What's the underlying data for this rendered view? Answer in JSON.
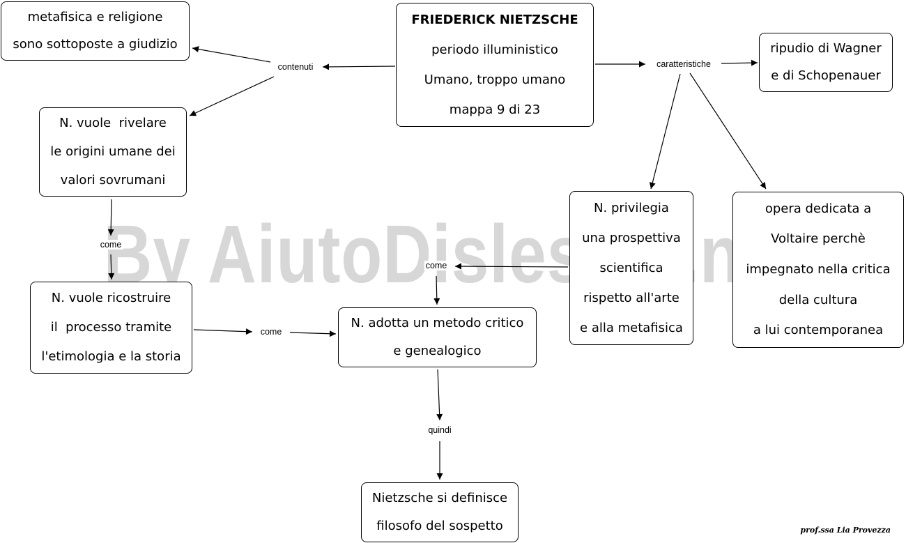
{
  "watermark": "By AiutoDislessia.net",
  "signature": "prof.ssa Lia Provezza",
  "nodes": {
    "central": {
      "title": "FRIEDERICK NIETZSCHE",
      "line2": "periodo illuministico",
      "line3": "Umano, troppo umano",
      "line4": "mappa 9 di 23"
    },
    "metafisica": {
      "line1": "metafisica e religione",
      "line2": "sono sottoposte a giudizio"
    },
    "rivelare": {
      "line1": "N. vuole  rivelare",
      "line2": "le origini umane dei",
      "line3": "valori sovrumani"
    },
    "ricostruire": {
      "line1": "N. vuole ricostruire",
      "line2": "il  processo tramite",
      "line3": "l'etimologia e la storia"
    },
    "metodo": {
      "line1": "N. adotta un metodo critico",
      "line2": "e genealogico"
    },
    "sospetto": {
      "line1": "Nietzsche si definisce",
      "line2": "filosofo del sospetto"
    },
    "wagner": {
      "line1": "ripudio di Wagner",
      "line2": "e di Schopenauer"
    },
    "prospettiva": {
      "line1": "N. privilegia",
      "line2": "una prospettiva",
      "line3": "scientifica",
      "line4": "rispetto all'arte",
      "line5": "e alla metafisica"
    },
    "voltaire": {
      "line1": "opera dedicata a",
      "line2": "Voltaire perchè",
      "line3": "impegnato nella critica",
      "line4": "della cultura",
      "line5": "a lui contemporanea"
    }
  },
  "links": {
    "contenuti": "contenuti",
    "caratteristiche": "caratteristiche",
    "come1": "come",
    "come2": "come",
    "come3": "come",
    "quindi": "quindi"
  }
}
